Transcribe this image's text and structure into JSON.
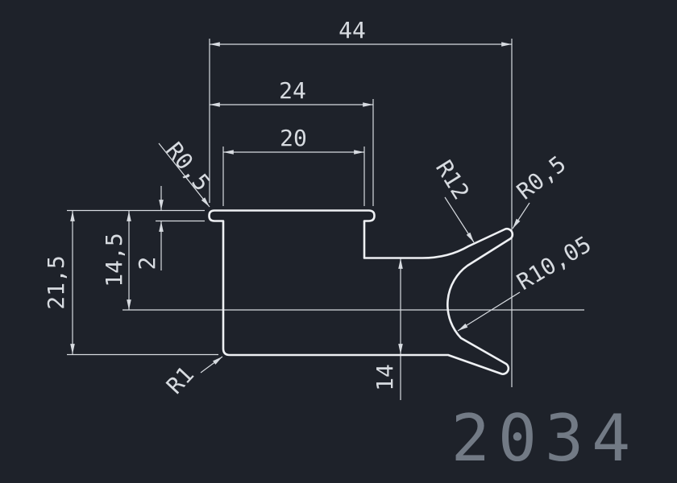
{
  "window": {
    "background": "#1e222a"
  },
  "drawing": {
    "part_number": "2034",
    "colors": {
      "geometry": "#eef0f3",
      "dimensions": "#d7dbe0",
      "part_number": "#727a85",
      "background": "#1e222a"
    },
    "dims": {
      "overall_width": "44",
      "flange_width": "24",
      "inner_width": "20",
      "overall_height": "21,5",
      "center_height": "14,5",
      "flange_thickness": "2",
      "inner_height": "14",
      "radius_top_left": "R0,5",
      "radius_fork_outer": "R12",
      "radius_fork_tip": "R0,5",
      "radius_fork_inner": "R10,05",
      "radius_bottom_left": "R1"
    }
  }
}
